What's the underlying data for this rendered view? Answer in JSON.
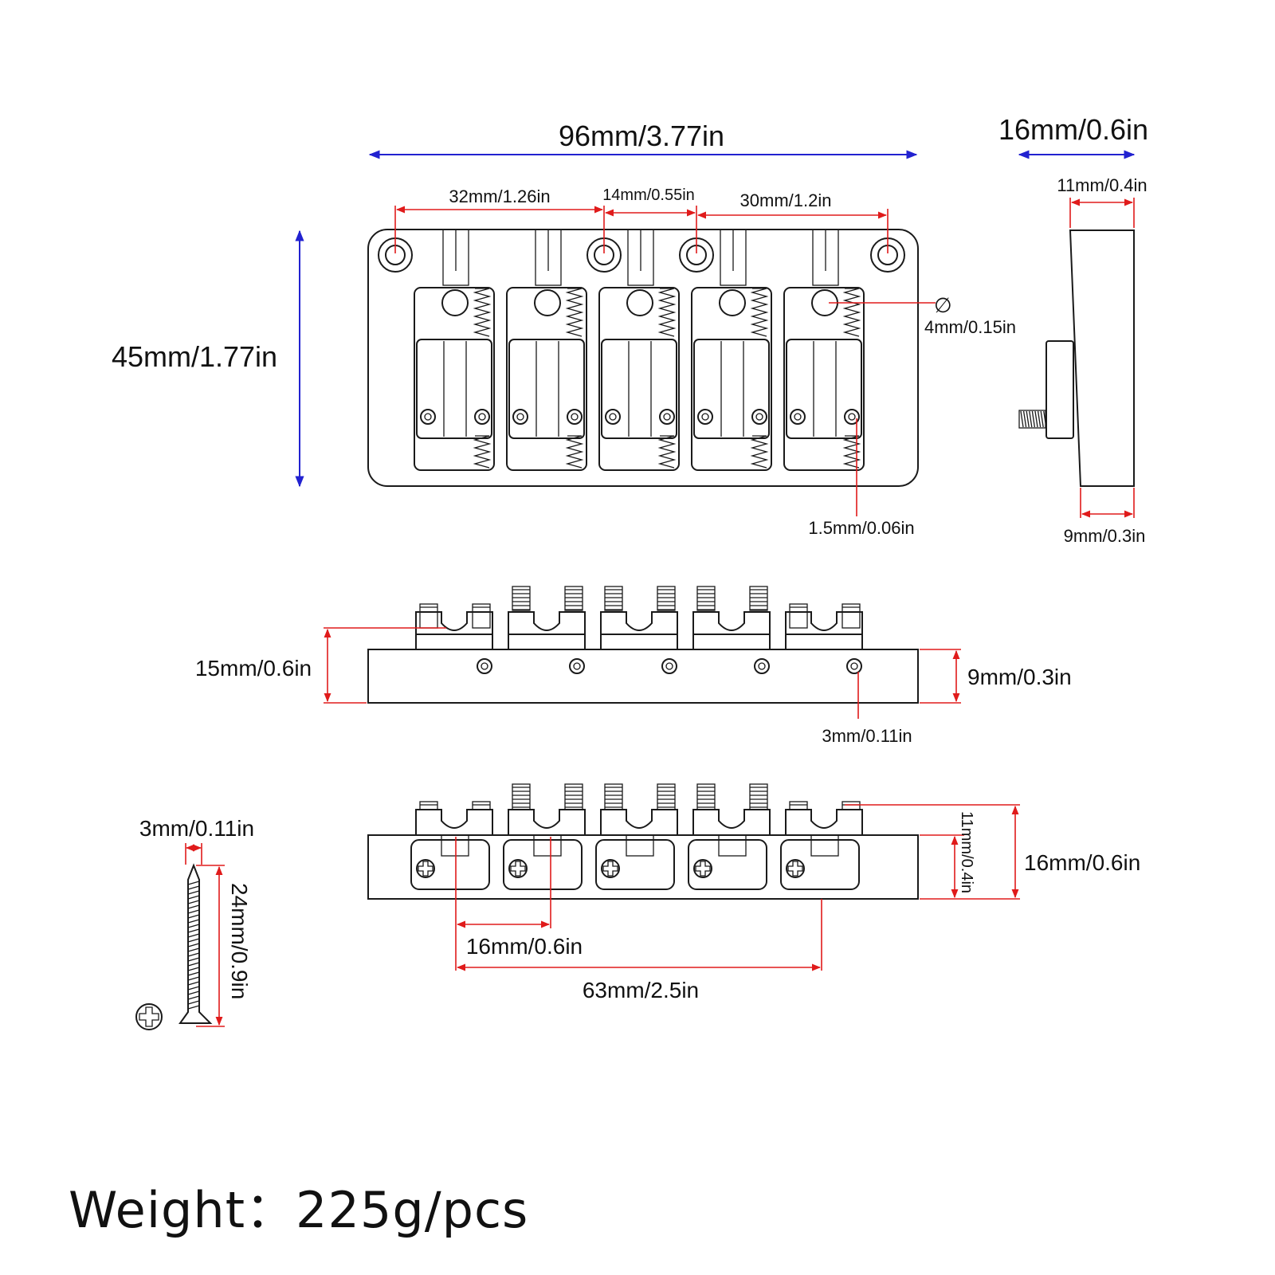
{
  "colors": {
    "outline": "#1a1a1a",
    "dimension_red": "#e01b1b",
    "dimension_blue": "#2222d0",
    "background": "#ffffff"
  },
  "top_view": {
    "overall_width": "96mm/3.77in",
    "overall_height": "45mm/1.77in",
    "hole_spacing_1": "32mm/1.26in",
    "hole_spacing_2": "14mm/0.55in",
    "hole_spacing_3": "30mm/1.2in",
    "string_hole_symbol": "∅",
    "string_hole_diameter": "4mm/0.15in",
    "screw_diameter": "1.5mm/0.06in"
  },
  "side_view": {
    "depth": "16mm/0.6in",
    "top_depth": "11mm/0.4in",
    "bottom_depth": "9mm/0.3in"
  },
  "front_view": {
    "total_height": "15mm/0.6in",
    "base_height": "9mm/0.3in",
    "hole_diameter": "3mm/0.11in"
  },
  "back_view": {
    "total_height": "16mm/0.6in",
    "base_height": "11mm/0.4in",
    "saddle_spacing": "16mm/0.6in",
    "outer_spacing": "63mm/2.5in"
  },
  "screw": {
    "diameter": "3mm/0.11in",
    "length": "24mm/0.9in",
    "head_icon": "phillips-screw-head-icon"
  },
  "weight_text": "Weight：225g/pcs"
}
